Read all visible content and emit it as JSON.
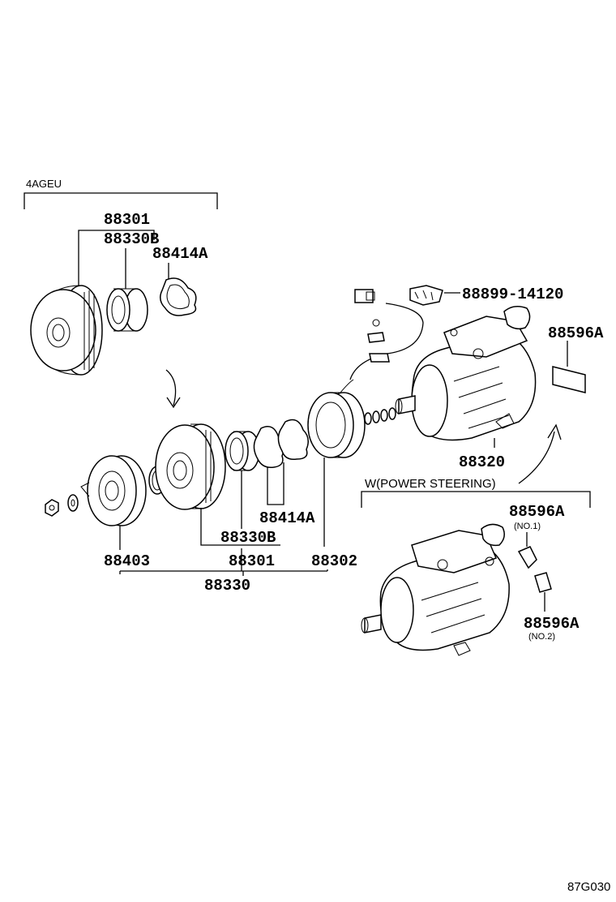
{
  "figure_code": "87G030",
  "variant_4ageu": {
    "heading": "4AGEU",
    "labels": {
      "pulley_assy": "88301",
      "bearing": "88330B",
      "ring": "88414A"
    }
  },
  "main_assembly": {
    "labels": {
      "hub": "88403",
      "ring": "88414A",
      "bearing": "88330B",
      "pulley": "88301",
      "coil": "88302",
      "clutch_assy": "88330",
      "switch": "88899-14120",
      "compressor": "88320",
      "label_plate": "88596A"
    }
  },
  "variant_power_steering": {
    "heading": "W(POWER STEERING)",
    "labels": {
      "label_no1": "88596A",
      "note_no1": "(NO.1)",
      "label_no2": "88596A",
      "note_no2": "(NO.2)"
    }
  }
}
